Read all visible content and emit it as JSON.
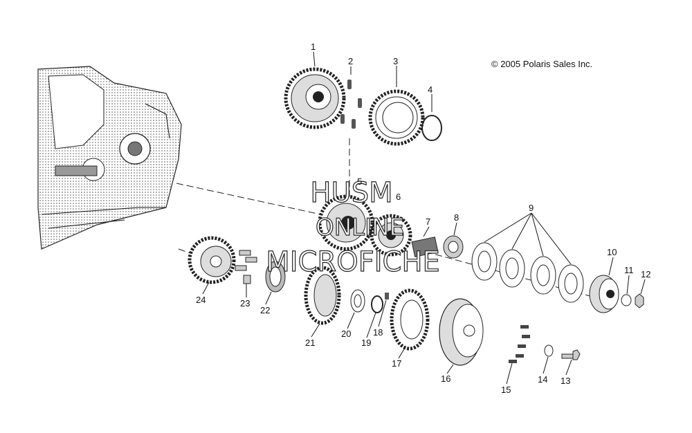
{
  "copyright": "© 2005 Polaris Sales Inc.",
  "watermark": {
    "line1": "HUSM",
    "line2": "ONLINE",
    "line3": "MICROFICHE"
  },
  "callouts": [
    "1",
    "2",
    "3",
    "4",
    "5",
    "6",
    "7",
    "8",
    "9",
    "10",
    "11",
    "12",
    "13",
    "14",
    "15",
    "16",
    "17",
    "18",
    "19",
    "20",
    "21",
    "22",
    "23",
    "24"
  ]
}
